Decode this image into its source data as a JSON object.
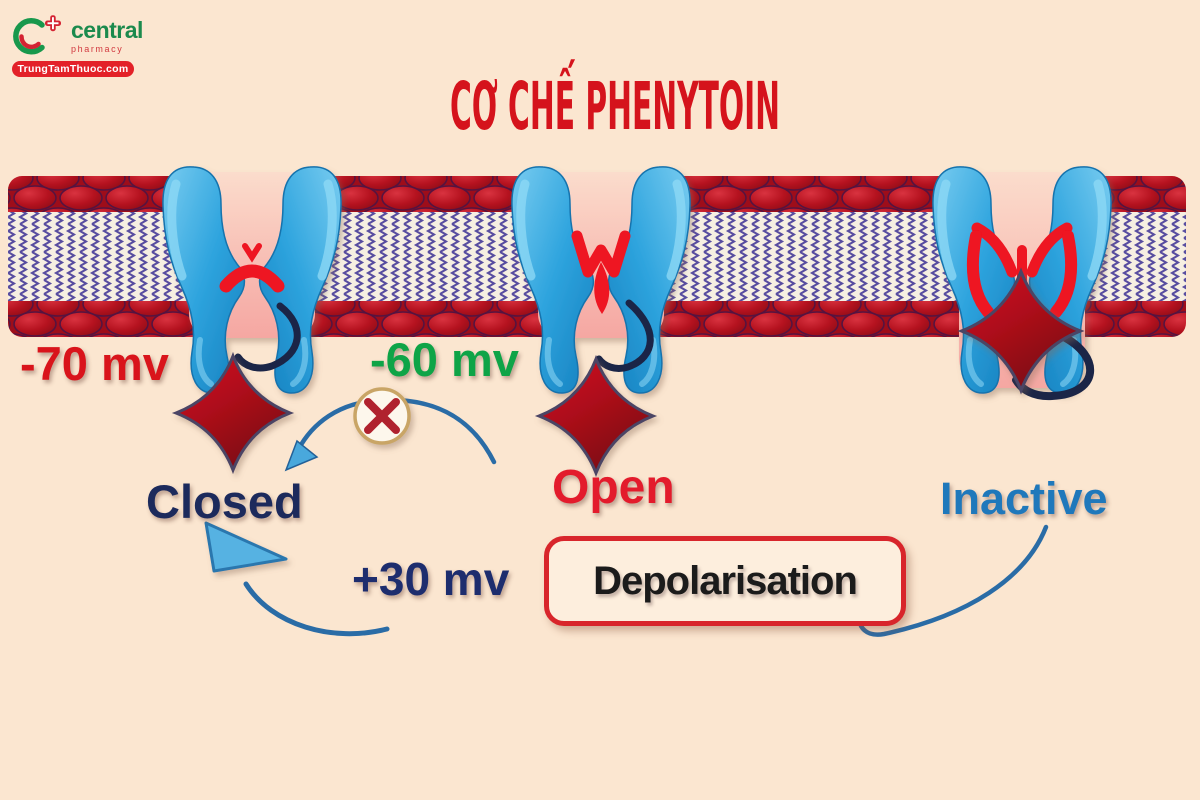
{
  "page": {
    "background_color": "#fbe6d0"
  },
  "logo": {
    "brand": "central",
    "sub": "pharmacy",
    "badge": "TrungTamThuoc.com",
    "brand_color": "#1b8a4d",
    "accent_color": "#d42332",
    "badge_color": "#e32128"
  },
  "title": {
    "text": "CƠ CHẾ PHENYTOIN",
    "color": "#d5131c"
  },
  "diagram": {
    "membrane": {
      "lipid_head_color": "#b5121f",
      "lipid_tail_color": "#584da0",
      "channel_color": "#2ea4de",
      "pore_color": "#f8c0b6",
      "gate_color": "#ee1220",
      "particle_color": "#a80d19",
      "tether_color": "#1b2547"
    },
    "states": {
      "closed": {
        "label": "Closed",
        "voltage": "-70 mv",
        "label_color": "#1c2a5c",
        "voltage_color": "#d9141b"
      },
      "open": {
        "label": "Open",
        "voltage": "-60 mv",
        "label_color": "#e31b2c",
        "voltage_color": "#0ea447"
      },
      "inactive": {
        "label": "Inactive",
        "label_color": "#1f78bb"
      }
    },
    "depolarisation": {
      "label": "Depolarisation",
      "voltage": "+30 mv",
      "box_border_color": "#d8252b",
      "text_color": "#1b1b1b",
      "voltage_color": "#1d2d6e"
    },
    "icons": {
      "blocked_transition": "x-circle-icon"
    },
    "arrow_color": "#2a6ca6"
  }
}
